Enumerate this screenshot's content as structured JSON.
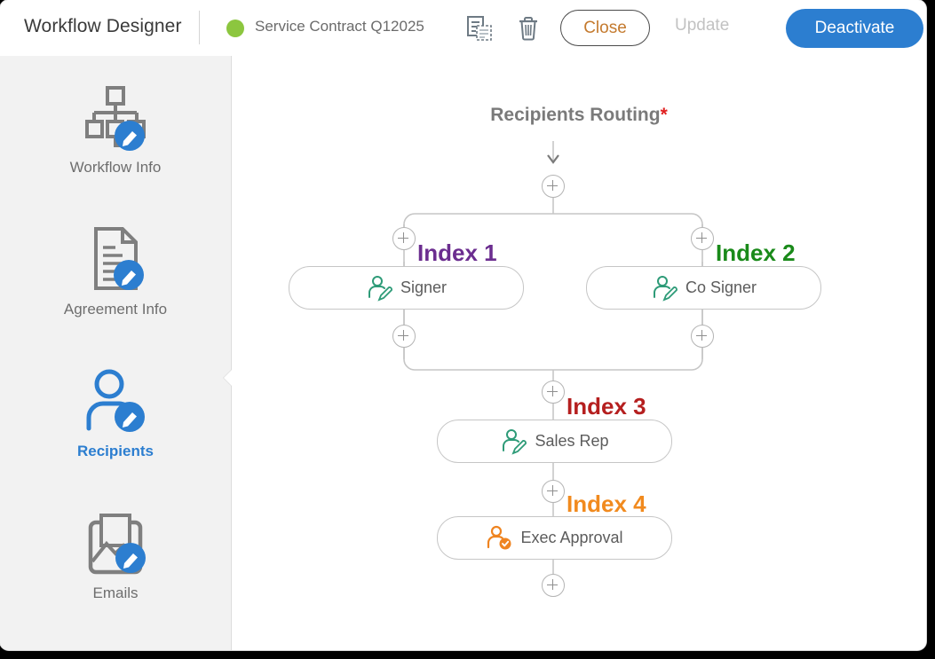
{
  "header": {
    "app_title": "Workflow Designer",
    "document_name": "Service Contract Q12025",
    "status_color": "#8cc63f",
    "copy_icon": "copy-document-icon",
    "delete_icon": "trash-icon",
    "close_label": "Close",
    "update_label": "Update",
    "deactivate_label": "Deactivate",
    "accent_color": "#2c7ed0"
  },
  "sidebar": {
    "items": [
      {
        "label": "Workflow Info",
        "icon": "org-chart-edit-icon",
        "active": false
      },
      {
        "label": "Agreement Info",
        "icon": "document-edit-icon",
        "active": false
      },
      {
        "label": "Recipients",
        "icon": "person-edit-icon",
        "active": true
      },
      {
        "label": "Emails",
        "icon": "email-image-edit-icon",
        "active": false
      }
    ]
  },
  "canvas": {
    "title": "Recipients Routing",
    "required_marker": "*",
    "start_arrow_icon": "down-arrow-icon",
    "add_button_icon": "plus-circle-icon",
    "nodes": [
      {
        "id": "signer",
        "index_label": "Index 1",
        "index_color": "#6b2d8f",
        "name": "Signer",
        "role_icon": "signer-pen-icon",
        "icon_color": "#2e9b78"
      },
      {
        "id": "cosigner",
        "index_label": "Index 2",
        "index_color": "#1a8a1a",
        "name": "Co Signer",
        "role_icon": "signer-pen-icon",
        "icon_color": "#2e9b78"
      },
      {
        "id": "salesrep",
        "index_label": "Index 3",
        "index_color": "#b51f1f",
        "name": "Sales Rep",
        "role_icon": "signer-pen-icon",
        "icon_color": "#2e9b78"
      },
      {
        "id": "execappr",
        "index_label": "Index 4",
        "index_color": "#f18a1e",
        "name": "Exec Approval",
        "role_icon": "approver-check-icon",
        "icon_color": "#ef8420"
      }
    ]
  }
}
